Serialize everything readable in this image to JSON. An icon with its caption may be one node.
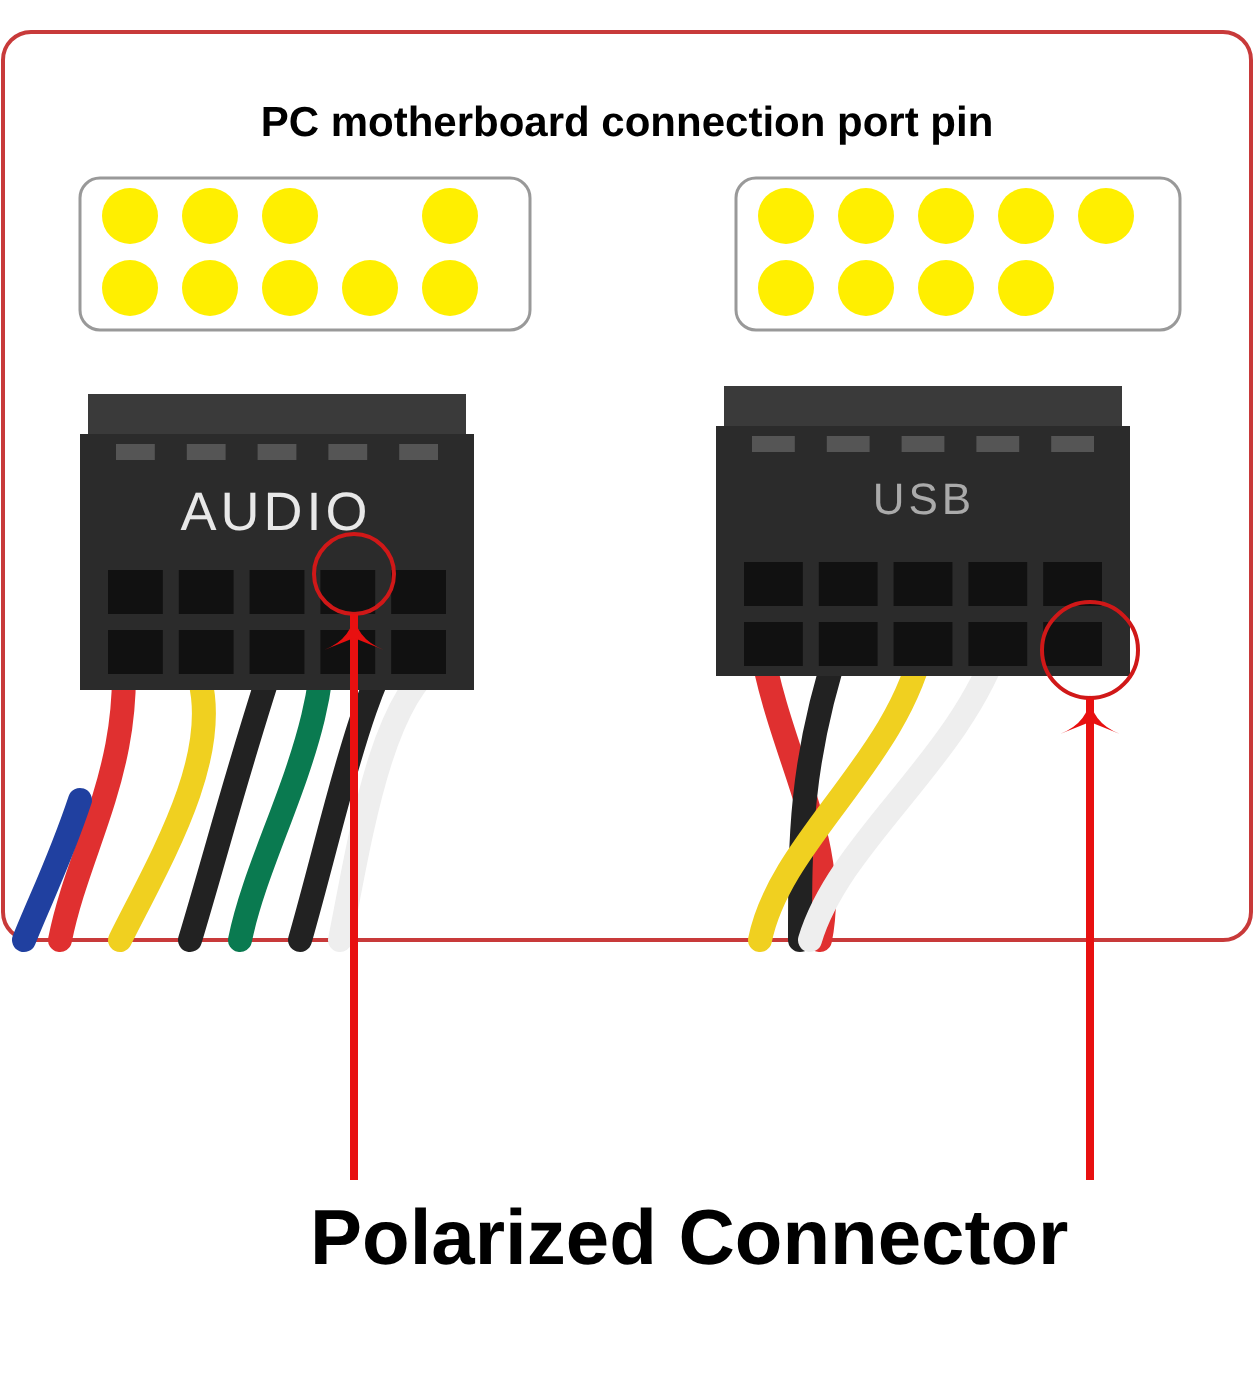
{
  "diagram": {
    "title": "PC motherboard connection port pin",
    "nodes": [
      {
        "text": [
          "Polarized Connector"
        ]
      },
      {
        "text": [],
        "shape": "circle"
      },
      {
        "text": [],
        "shape": "circle"
      }
    ],
    "edges": [
      {
        "from": 0,
        "to": 1,
        "arrow": "to"
      },
      {
        "from": 0,
        "to": 2,
        "arrow": "to"
      }
    ],
    "labels": [
      "AUDIO",
      "USB"
    ]
  }
}
